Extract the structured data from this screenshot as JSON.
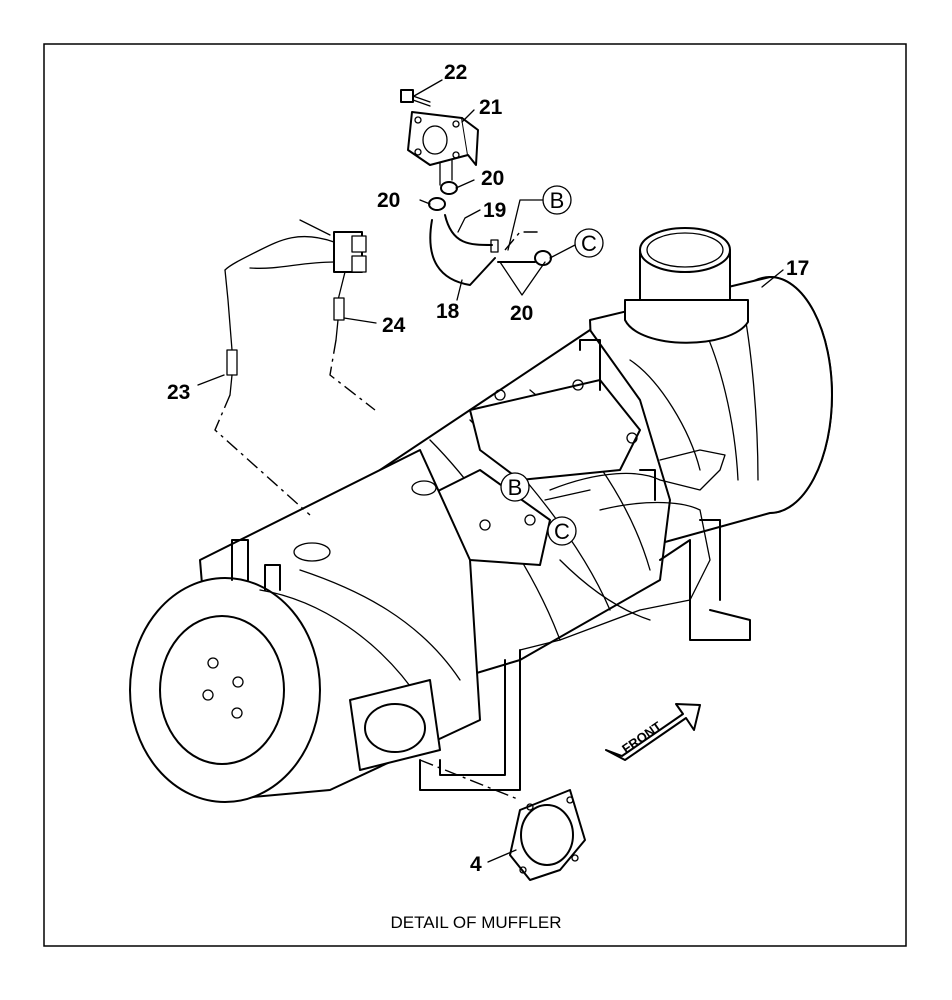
{
  "caption": "DETAIL OF MUFFLER",
  "front_arrow_label": "FRONT",
  "callouts": {
    "p4": "4",
    "p17": "17",
    "p18": "18",
    "p19": "19",
    "p20a": "20",
    "p20b": "20",
    "p20c": "20",
    "p21": "21",
    "p22": "22",
    "p23": "23",
    "p24": "24"
  },
  "connectors": {
    "b_top": "B",
    "c_top": "C",
    "b_body": "B",
    "c_body": "C"
  }
}
